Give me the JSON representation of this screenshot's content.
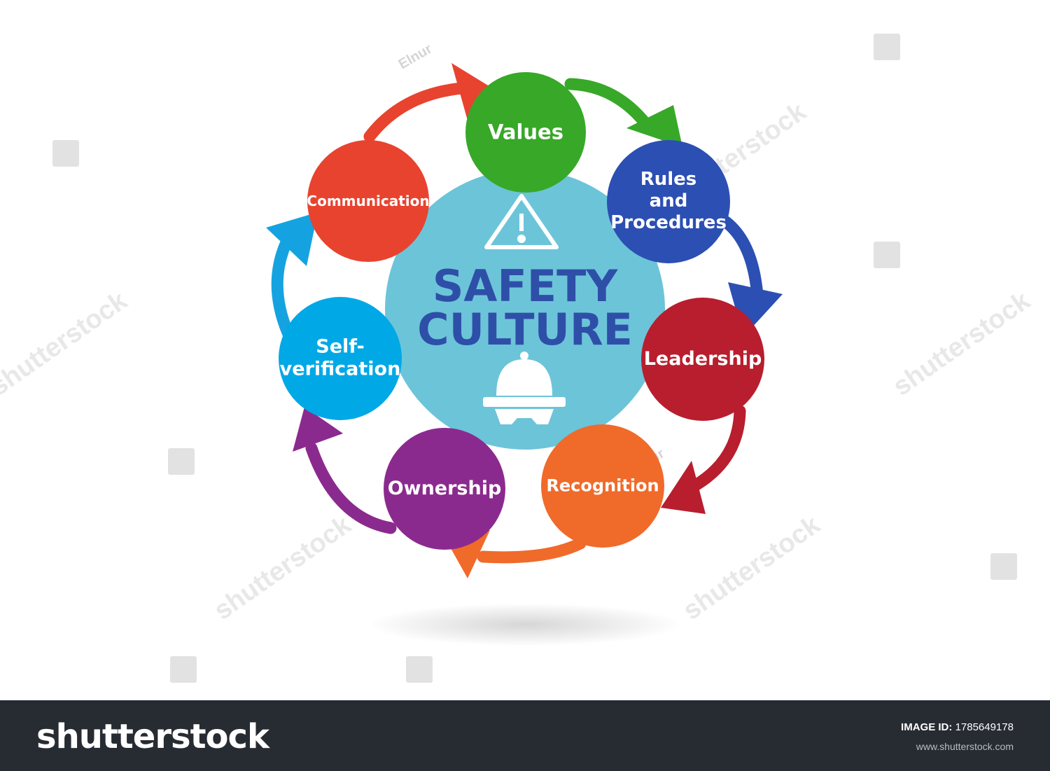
{
  "center": {
    "title": "SAFETY\nCULTURE",
    "icons": [
      "warning-triangle-icon",
      "hard-hat-icon"
    ],
    "color": "#6cc4d9",
    "title_color": "#2e4fa8"
  },
  "nodes": [
    {
      "id": "values",
      "label": "Values",
      "color": "#37a828"
    },
    {
      "id": "rules",
      "label": "Rules\nand\nProcedures",
      "color": "#2c4fb3"
    },
    {
      "id": "leadership",
      "label": "Leadership",
      "color": "#b81e2e"
    },
    {
      "id": "recognition",
      "label": "Recognition",
      "color": "#f06a2a"
    },
    {
      "id": "ownership",
      "label": "Ownership",
      "color": "#8b2a8e"
    },
    {
      "id": "self-verification",
      "label": "Self-\nverification",
      "color": "#00a8e6"
    },
    {
      "id": "communication",
      "label": "Communication",
      "color": "#e8432f"
    }
  ],
  "arrows": [
    {
      "from": "communication",
      "to": "values",
      "color": "#e8432f"
    },
    {
      "from": "values",
      "to": "rules",
      "color": "#37a828"
    },
    {
      "from": "rules",
      "to": "leadership",
      "color": "#2c4fb3"
    },
    {
      "from": "leadership",
      "to": "recognition",
      "color": "#b81e2e"
    },
    {
      "from": "recognition",
      "to": "ownership",
      "color": "#f06a2a"
    },
    {
      "from": "ownership",
      "to": "self-verification",
      "color": "#8b2a8e"
    },
    {
      "from": "self-verification",
      "to": "communication",
      "color": "#14a3e0"
    }
  ],
  "watermark": {
    "brand": "shutterstock",
    "author": "Elnur"
  },
  "footer": {
    "logo": "shutterstock",
    "image_id_label": "IMAGE ID:",
    "image_id": "1785649178",
    "site": "www.shutterstock.com"
  }
}
